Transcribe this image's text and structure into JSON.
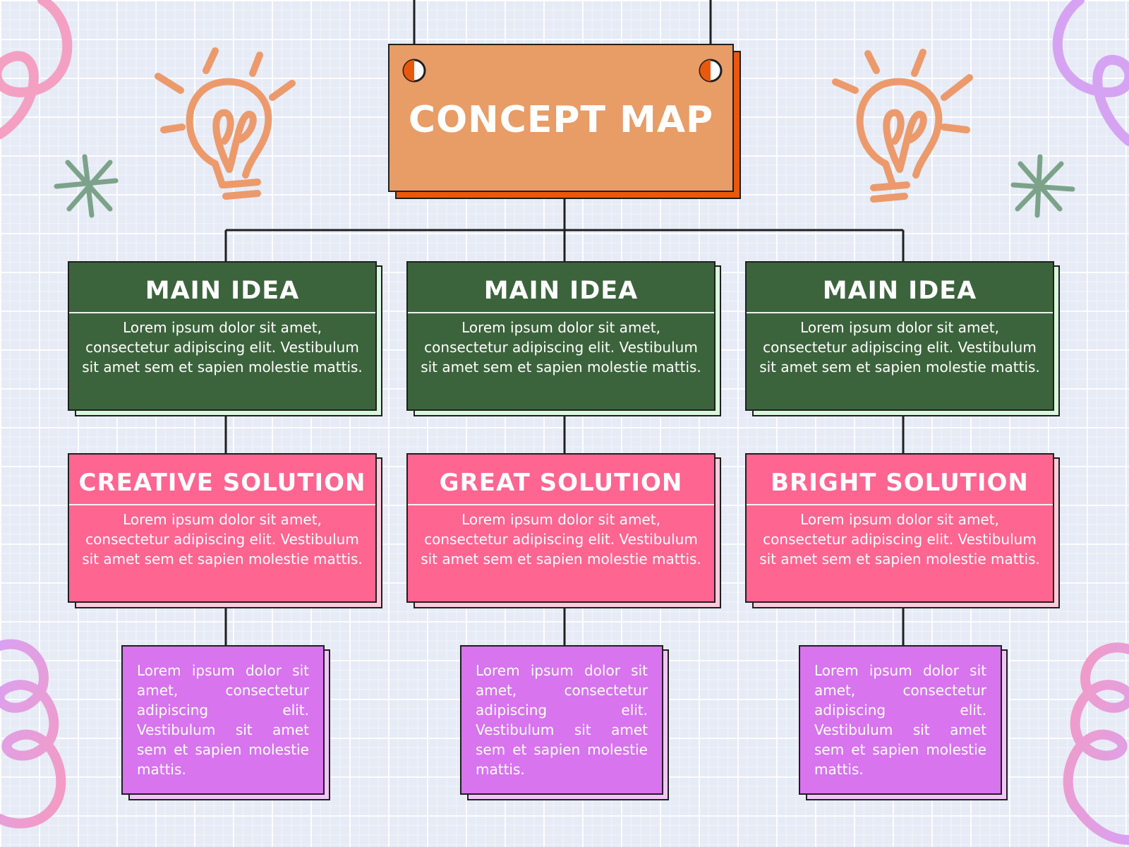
{
  "title": "CONCEPT MAP",
  "colors": {
    "background": "#e6ebf6",
    "title_fill": "#e89c66",
    "title_shadow": "#e8590c",
    "main_idea_fill": "#3c643c",
    "solution_fill": "#fe6590",
    "detail_fill": "#d774ee",
    "bulb": "#ec9a6c",
    "asterisk": "#7ca38a"
  },
  "columns": [
    {
      "main": {
        "heading": "MAIN IDEA",
        "text": "Lorem ipsum dolor sit amet, consectetur adipiscing elit. Vestibulum sit amet sem et sapien molestie mattis."
      },
      "solution": {
        "heading": "CREATIVE SOLUTION",
        "text": "Lorem ipsum dolor sit amet, consectetur adipiscing elit. Vestibulum sit amet sem et sapien molestie mattis."
      },
      "detail": {
        "text": "Lorem ipsum dolor sit amet, consectetur adipiscing elit. Vestibulum sit amet sem et sapien molestie mattis."
      }
    },
    {
      "main": {
        "heading": "MAIN IDEA",
        "text": "Lorem ipsum dolor sit amet, consectetur adipiscing elit. Vestibulum sit amet sem et sapien molestie mattis."
      },
      "solution": {
        "heading": "GREAT SOLUTION",
        "text": "Lorem ipsum dolor sit amet, consectetur adipiscing elit. Vestibulum sit amet sem et sapien molestie mattis."
      },
      "detail": {
        "text": "Lorem ipsum dolor sit amet, consectetur adipiscing elit. Vestibulum sit amet sem et sapien molestie mattis."
      }
    },
    {
      "main": {
        "heading": "MAIN IDEA",
        "text": "Lorem ipsum dolor sit amet, consectetur adipiscing elit. Vestibulum sit amet sem et sapien molestie mattis."
      },
      "solution": {
        "heading": "BRIGHT SOLUTION",
        "text": "Lorem ipsum dolor sit amet, consectetur adipiscing elit. Vestibulum sit amet sem et sapien molestie mattis."
      },
      "detail": {
        "text": "Lorem ipsum dolor sit amet, consectetur adipiscing elit. Vestibulum sit amet sem et sapien molestie mattis."
      }
    }
  ],
  "decorations": [
    "lightbulb-icon",
    "lightbulb-icon",
    "asterisk-icon",
    "asterisk-icon",
    "squiggle-decoration"
  ]
}
